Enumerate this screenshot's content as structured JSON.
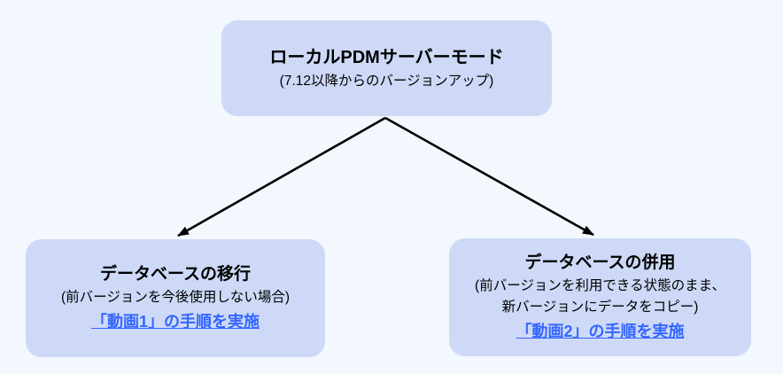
{
  "colors": {
    "background": "#F3F7FE",
    "box_fill": "#CDD9F7",
    "text": "#000000",
    "link": "#3366FF",
    "arrow": "#000000"
  },
  "root_node": {
    "title": "ローカルPDMサーバーモード",
    "subtitle": "(7.12以降からのバージョンアップ)"
  },
  "left_node": {
    "title": "データベースの移行",
    "note_lines": [
      "(前バージョンを今後使用しない場合)"
    ],
    "link_label": "「動画1」の手順を実施"
  },
  "right_node": {
    "title": "データベースの併用",
    "note_lines": [
      "(前バージョンを利用できる状態のまま、",
      "新バージョンにデータをコピー)"
    ],
    "link_label": "「動画2」の手順を実施"
  }
}
